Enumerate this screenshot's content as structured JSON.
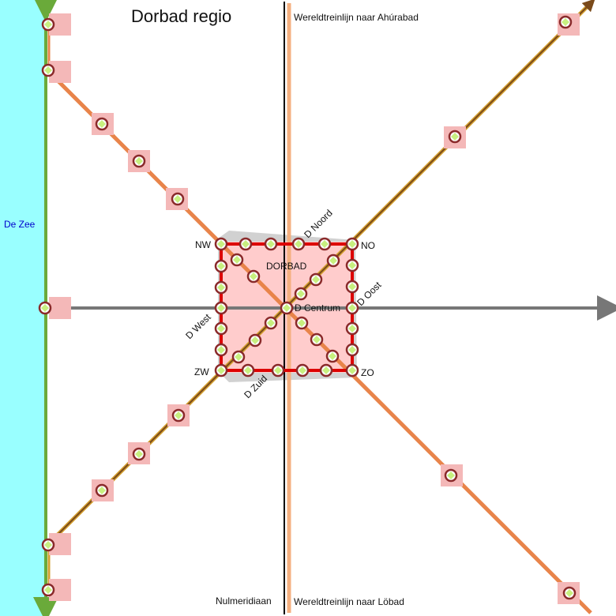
{
  "title": "Dorbad regio",
  "sea_label": "De Zee",
  "city_label": "DORBAD",
  "meridian_label": "Nulmeridiaan",
  "world_line_north": "Wereldtreinlijn naar Ahúrabad",
  "world_line_south": "Wereldtreinlijn naar Löbad",
  "stations": {
    "nw": "NW",
    "no": "NO",
    "zw": "ZW",
    "zo": "ZO",
    "centrum": "D Centrum",
    "noord": "D Noord",
    "oost": "D Oost",
    "west": "D West",
    "zuid": "D Zuid"
  },
  "colors": {
    "sea": "#99ffff",
    "city_fill": "#ffcccc",
    "city_ring": "#dd0000",
    "orange_line": "#e8844a",
    "brown_line": "#7a4a1a",
    "gold_line": "#d4a030",
    "coast_line": "#6aaa3a",
    "gray_line": "#777777",
    "world_line": "#f4b080",
    "meridian": "#000000",
    "station_fill": "#c8f080",
    "station_ring": "#8a2a2a",
    "station_halo": "#f4b8b8",
    "sea_label": "#0000cc"
  }
}
